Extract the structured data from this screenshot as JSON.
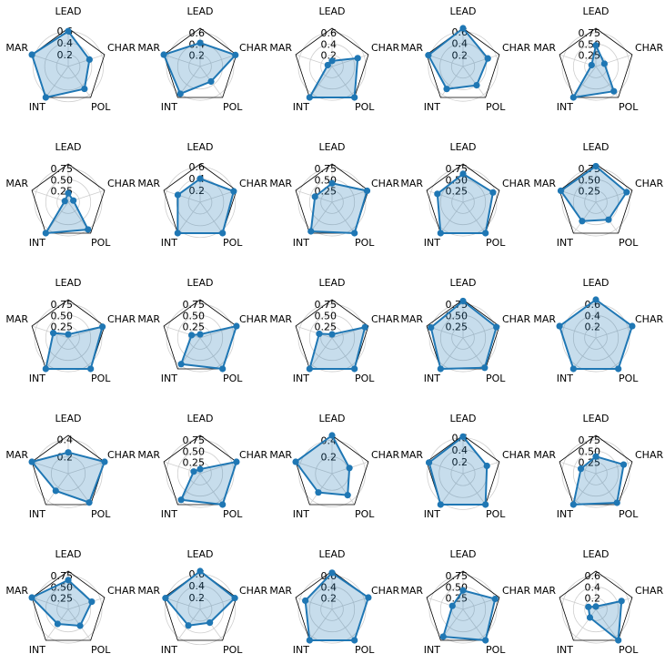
{
  "chart_data": {
    "type": "radar",
    "axes": [
      "LEAD",
      "CHAR",
      "POL",
      "INT",
      "MAR"
    ],
    "color": "#1f77b4",
    "fill_color": "#1f77b4",
    "charts": [
      {
        "rmax": 0.65,
        "ticks": [
          "0.2",
          "0.4",
          "0.6"
        ],
        "values": [
          0.6,
          0.38,
          0.47,
          0.65,
          0.65
        ]
      },
      {
        "rmax": 0.68,
        "ticks": [
          "0.2",
          "0.4",
          "0.6"
        ],
        "values": [
          0.42,
          0.66,
          0.33,
          0.6,
          0.68
        ]
      },
      {
        "rmax": 0.68,
        "ticks": [
          "0.2",
          "0.4",
          "0.6"
        ],
        "values": [
          0.1,
          0.48,
          0.68,
          0.68,
          0.08
        ]
      },
      {
        "rmax": 0.66,
        "ticks": [
          "0.2",
          "0.4",
          "0.6"
        ],
        "values": [
          0.66,
          0.45,
          0.4,
          0.48,
          0.63
        ]
      },
      {
        "rmax": 0.85,
        "ticks": [
          "0.25",
          "0.50",
          "0.75"
        ],
        "values": [
          0.47,
          0.2,
          0.68,
          0.85,
          0.1
        ]
      },
      {
        "rmax": 0.85,
        "ticks": [
          "0.25",
          "0.50",
          "0.75"
        ],
        "values": [
          0.2,
          0.12,
          0.75,
          0.85,
          0.08
        ]
      },
      {
        "rmax": 0.65,
        "ticks": [
          "0.2",
          "0.4",
          "0.6"
        ],
        "values": [
          0.4,
          0.6,
          0.65,
          0.65,
          0.4
        ]
      },
      {
        "rmax": 0.85,
        "ticks": [
          "0.25",
          "0.50",
          "0.75"
        ],
        "values": [
          0.42,
          0.82,
          0.85,
          0.8,
          0.4
        ]
      },
      {
        "rmax": 0.85,
        "ticks": [
          "0.25",
          "0.50",
          "0.75"
        ],
        "values": [
          0.63,
          0.7,
          0.85,
          0.85,
          0.6
        ]
      },
      {
        "rmax": 0.85,
        "ticks": [
          "0.25",
          "0.50",
          "0.75"
        ],
        "values": [
          0.8,
          0.72,
          0.48,
          0.52,
          0.82
        ]
      },
      {
        "rmax": 0.85,
        "ticks": [
          "0.25",
          "0.50",
          "0.75"
        ],
        "values": [
          0.08,
          0.8,
          0.85,
          0.85,
          0.35
        ]
      },
      {
        "rmax": 0.85,
        "ticks": [
          "0.25",
          "0.50",
          "0.75"
        ],
        "values": [
          0.08,
          0.85,
          0.85,
          0.72,
          0.2
        ]
      },
      {
        "rmax": 0.85,
        "ticks": [
          "0.25",
          "0.50",
          "0.75"
        ],
        "values": [
          0.08,
          0.77,
          0.85,
          0.85,
          0.3
        ]
      },
      {
        "rmax": 0.85,
        "ticks": [
          "0.25",
          "0.50",
          "0.75"
        ],
        "values": [
          0.82,
          0.78,
          0.82,
          0.85,
          0.75
        ]
      },
      {
        "rmax": 0.68,
        "ticks": [
          "0.2",
          "0.4",
          "0.6"
        ],
        "values": [
          0.68,
          0.68,
          0.68,
          0.68,
          0.68
        ]
      },
      {
        "rmax": 0.45,
        "ticks": [
          "0.2",
          "0.4"
        ],
        "values": [
          0.25,
          0.45,
          0.42,
          0.25,
          0.45
        ]
      },
      {
        "rmax": 0.85,
        "ticks": [
          "0.25",
          "0.50",
          "0.75"
        ],
        "values": [
          0.1,
          0.85,
          0.85,
          0.72,
          0.15
        ]
      },
      {
        "rmax": 0.46,
        "ticks": [
          "0.2",
          "0.4"
        ],
        "values": [
          0.46,
          0.22,
          0.32,
          0.28,
          0.46
        ]
      },
      {
        "rmax": 0.64,
        "ticks": [
          "0.2",
          "0.4",
          "0.6"
        ],
        "values": [
          0.62,
          0.42,
          0.64,
          0.64,
          0.6
        ]
      },
      {
        "rmax": 0.85,
        "ticks": [
          "0.25",
          "0.50",
          "0.75"
        ],
        "values": [
          0.38,
          0.65,
          0.8,
          0.85,
          0.35
        ]
      },
      {
        "rmax": 0.85,
        "ticks": [
          "0.25",
          "0.50",
          "0.75"
        ],
        "values": [
          0.65,
          0.55,
          0.45,
          0.4,
          0.85
        ]
      },
      {
        "rmax": 0.65,
        "ticks": [
          "0.2",
          "0.4",
          "0.6"
        ],
        "values": [
          0.65,
          0.62,
          0.28,
          0.34,
          0.62
        ]
      },
      {
        "rmax": 0.68,
        "ticks": [
          "0.2",
          "0.4",
          "0.6"
        ],
        "values": [
          0.65,
          0.68,
          0.68,
          0.68,
          0.5
        ]
      },
      {
        "rmax": 0.85,
        "ticks": [
          "0.25",
          "0.50",
          "0.75"
        ],
        "values": [
          0.42,
          0.75,
          0.85,
          0.75,
          0.25
        ]
      },
      {
        "rmax": 0.68,
        "ticks": [
          "0.2",
          "0.4",
          "0.6"
        ],
        "values": [
          0.05,
          0.48,
          0.68,
          0.18,
          0.14
        ]
      }
    ]
  }
}
